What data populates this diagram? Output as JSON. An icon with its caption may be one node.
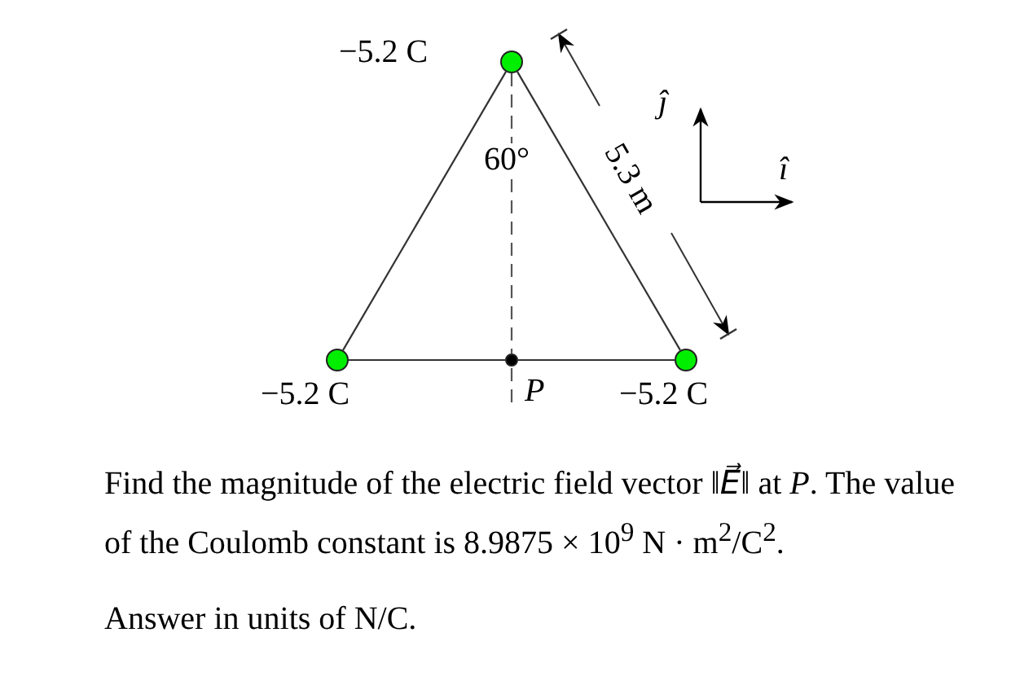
{
  "diagram": {
    "nodes": [
      {
        "text": [],
        "shape": "circle",
        "beside": [
          "−5.2 C"
        ]
      },
      {
        "text": [],
        "shape": "circle",
        "beside": [
          "−5.2 C"
        ]
      },
      {
        "text": [],
        "shape": "circle",
        "beside": [
          "−5.2 C"
        ]
      },
      {
        "text": [],
        "shape": "circle",
        "beside": [
          "*P*"
        ]
      }
    ],
    "edges": [
      {
        "from": 0,
        "to": 1,
        "arrow": "none"
      },
      {
        "from": 0,
        "to": 2,
        "arrow": "none"
      },
      {
        "from": 1,
        "to": 3,
        "arrow": "none"
      },
      {
        "from": 3,
        "to": 2,
        "arrow": "none"
      },
      {
        "from": 0,
        "to": 3,
        "arrow": "none",
        "style": "dashed",
        "color": "#555555"
      }
    ],
    "labels": [
      "*ĵ*",
      "60°",
      "5.3 m",
      "*î*",
      "Find the magnitude of the electric field vector ‖*E⃗*‖ at *P*. The value of the Coulomb constant is 8.9875 × 10$^{9}$ N · m$^{2}$/C$^{2}$.",
      "Answer in units of N/C."
    ]
  }
}
